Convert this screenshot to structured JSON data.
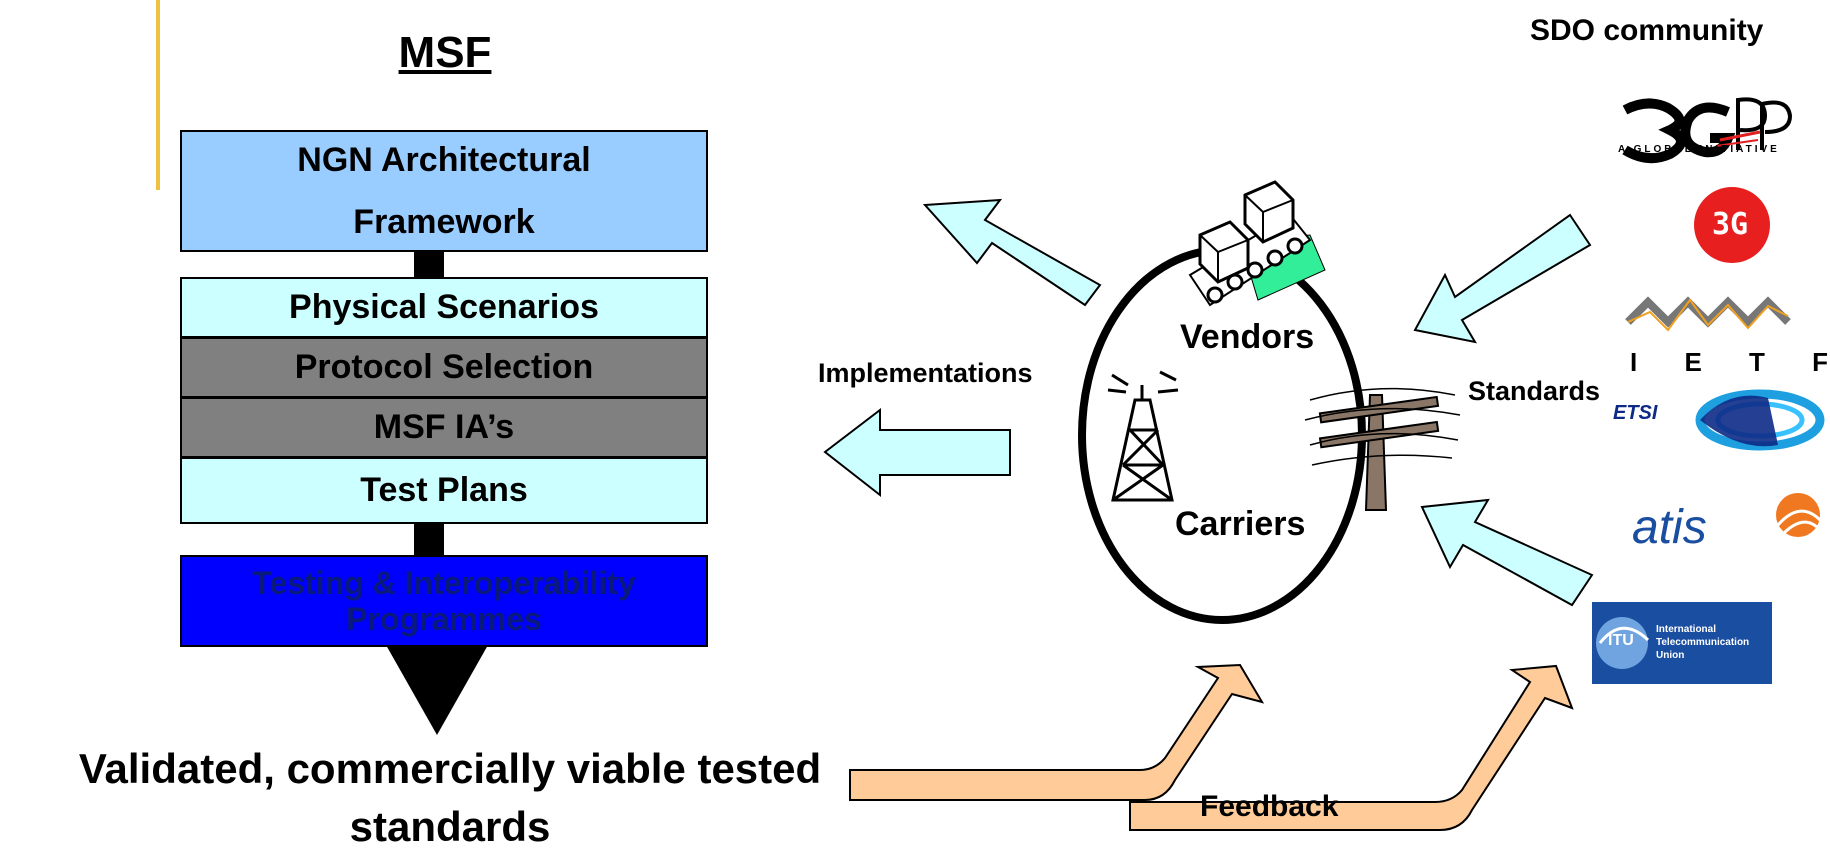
{
  "msf": {
    "title": "MSF",
    "architecture_box": "NGN Architectural Framework",
    "layers": [
      "Physical Scenarios",
      "Protocol Selection",
      "MSF IA’s",
      "Test Plans"
    ],
    "testing_box": "Testing & Interoperability Programmes",
    "result": "Validated, commercially viable tested standards"
  },
  "cycle": {
    "vendors": "Vendors",
    "carriers": "Carriers",
    "implementations": "Implementations",
    "standards": "Standards",
    "feedback": "Feedback"
  },
  "sdo": {
    "heading": "SDO community",
    "logos": {
      "threegpp": {
        "mark": "3GPP",
        "tagline": "A GLOBAL INITIATIVE"
      },
      "threeg": "3G",
      "ietf": "I E T F",
      "etsi": "ETSI",
      "atis": "atis",
      "itu": {
        "mark": "ITU",
        "line1": "International",
        "line2": "Telecommunication",
        "line3": "Union"
      }
    }
  },
  "colors": {
    "architecture": "#99ccff",
    "light_layer": "#ccffff",
    "dark_layer": "#808080",
    "testing": "#0000ff",
    "arrow_cyan": "#ccffff",
    "arrow_peach": "#ffcc99",
    "accent_gold": "#f0c040"
  }
}
